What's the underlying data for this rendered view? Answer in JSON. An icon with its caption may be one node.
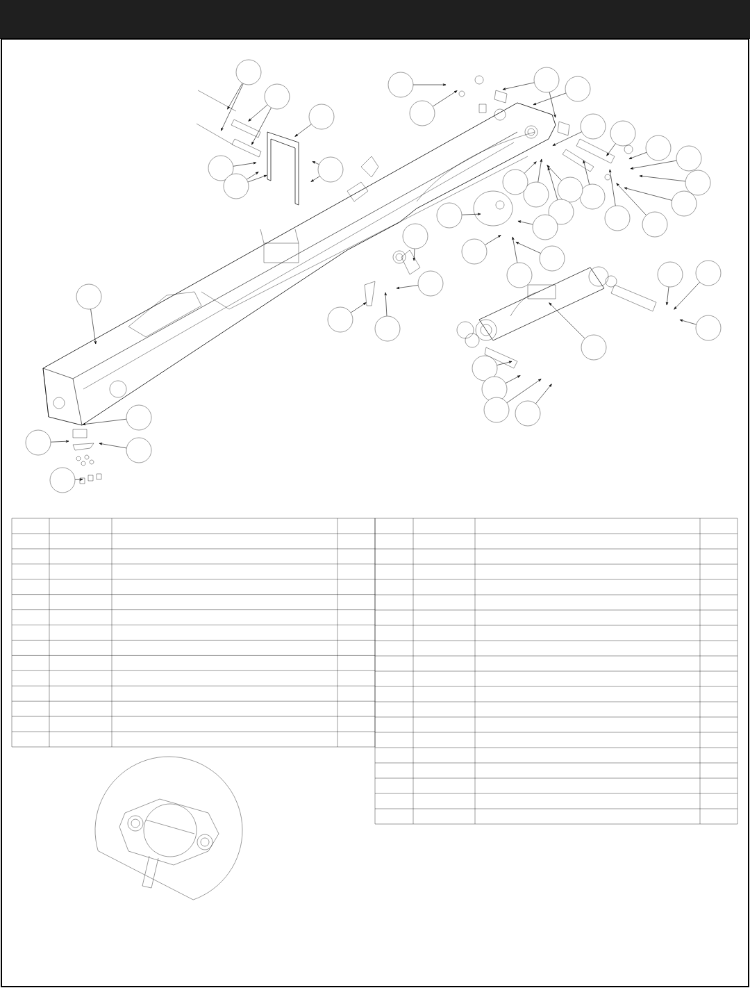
{
  "diagram": {
    "nodes": [
      {
        "text": [],
        "shape": "circle"
      },
      {
        "text": [],
        "shape": "circle"
      },
      {
        "text": [],
        "shape": "circle"
      },
      {
        "text": [],
        "shape": "circle"
      },
      {
        "text": [],
        "shape": "circle"
      },
      {
        "text": [],
        "shape": "circle"
      },
      {
        "text": [],
        "shape": "circle"
      },
      {
        "text": [],
        "shape": "circle"
      },
      {
        "text": [],
        "shape": "circle"
      },
      {
        "text": [],
        "shape": "circle"
      },
      {
        "text": [],
        "shape": "circle"
      },
      {
        "text": [],
        "shape": "circle"
      },
      {
        "text": [],
        "shape": "circle"
      },
      {
        "text": [],
        "shape": "circle"
      },
      {
        "text": [],
        "shape": "circle"
      },
      {
        "text": [],
        "shape": "circle"
      },
      {
        "text": [],
        "shape": "circle"
      },
      {
        "text": [],
        "shape": "circle"
      },
      {
        "text": [],
        "shape": "circle"
      },
      {
        "text": [],
        "shape": "circle"
      },
      {
        "text": [],
        "shape": "circle"
      },
      {
        "text": [],
        "shape": "circle"
      },
      {
        "text": [],
        "shape": "circle"
      },
      {
        "text": [],
        "shape": "circle"
      },
      {
        "text": [],
        "shape": "circle"
      },
      {
        "text": [],
        "shape": "circle"
      },
      {
        "text": [],
        "shape": "circle"
      },
      {
        "text": [],
        "shape": "circle"
      },
      {
        "text": [],
        "shape": "circle"
      },
      {
        "text": [],
        "shape": "circle"
      },
      {
        "text": [],
        "shape": "circle"
      },
      {
        "text": [],
        "shape": "circle"
      },
      {
        "text": [],
        "shape": "circle"
      },
      {
        "text": [],
        "shape": "circle"
      },
      {
        "text": [],
        "shape": "circle"
      },
      {
        "text": [],
        "shape": "circle"
      },
      {
        "text": [],
        "shape": "circle"
      },
      {
        "text": [],
        "shape": "circle"
      },
      {
        "text": [],
        "shape": "circle"
      },
      {
        "text": [],
        "shape": "circle"
      },
      {
        "text": [],
        "shape": "circle"
      },
      {
        "text": [],
        "shape": "circle"
      },
      {
        "text": [],
        "shape": "circle"
      },
      {
        "text": [],
        "shape": "circle"
      },
      {
        "text": [],
        "shape": "circle"
      }
    ],
    "edges": [
      {
        "from": 0,
        "to": null,
        "arrow": "to"
      },
      {
        "from": 0,
        "to": null,
        "arrow": "to"
      },
      {
        "from": 1,
        "to": null,
        "arrow": "to"
      },
      {
        "from": 1,
        "to": null,
        "arrow": "to"
      },
      {
        "from": 2,
        "to": null,
        "arrow": "to"
      },
      {
        "from": 3,
        "to": null,
        "arrow": "to"
      },
      {
        "from": 4,
        "to": null,
        "arrow": "to"
      },
      {
        "from": 4,
        "to": null,
        "arrow": "to"
      },
      {
        "from": 5,
        "to": null,
        "arrow": "to"
      },
      {
        "from": 5,
        "to": null,
        "arrow": "to"
      },
      {
        "from": 6,
        "to": null,
        "arrow": "to"
      },
      {
        "from": 7,
        "to": null,
        "arrow": "to"
      },
      {
        "from": 8,
        "to": null,
        "arrow": "to"
      },
      {
        "from": 8,
        "to": null,
        "arrow": "to"
      },
      {
        "from": 9,
        "to": null,
        "arrow": "to"
      },
      {
        "from": 10,
        "to": null,
        "arrow": "to"
      },
      {
        "from": 11,
        "to": null,
        "arrow": "to"
      },
      {
        "from": 12,
        "to": null,
        "arrow": "to"
      },
      {
        "from": 13,
        "to": null,
        "arrow": "to"
      },
      {
        "from": 14,
        "to": null,
        "arrow": "to"
      },
      {
        "from": 15,
        "to": null,
        "arrow": "to"
      },
      {
        "from": 16,
        "to": null,
        "arrow": "to"
      },
      {
        "from": 17,
        "to": null,
        "arrow": "to"
      },
      {
        "from": 18,
        "to": null,
        "arrow": "to"
      },
      {
        "from": 19,
        "to": null,
        "arrow": "to"
      },
      {
        "from": 20,
        "to": null,
        "arrow": "to"
      },
      {
        "from": 21,
        "to": null,
        "arrow": "to"
      },
      {
        "from": 22,
        "to": null,
        "arrow": "to"
      },
      {
        "from": 23,
        "to": null,
        "arrow": "to"
      },
      {
        "from": 24,
        "to": null,
        "arrow": "to"
      },
      {
        "from": 25,
        "to": null,
        "arrow": "to"
      },
      {
        "from": 26,
        "to": null,
        "arrow": "to"
      },
      {
        "from": 27,
        "to": null,
        "arrow": "to"
      },
      {
        "from": 28,
        "to": null,
        "arrow": "to"
      },
      {
        "from": 29,
        "to": null,
        "arrow": "to"
      },
      {
        "from": 30,
        "to": null,
        "arrow": "to"
      },
      {
        "from": 31,
        "to": null,
        "arrow": "to"
      },
      {
        "from": 32,
        "to": null,
        "arrow": "to"
      },
      {
        "from": 33,
        "to": null,
        "arrow": "to"
      },
      {
        "from": 34,
        "to": null,
        "arrow": "to"
      },
      {
        "from": 35,
        "to": null,
        "arrow": "to"
      },
      {
        "from": 36,
        "to": null,
        "arrow": "to"
      },
      {
        "from": 37,
        "to": null,
        "arrow": "to"
      },
      {
        "from": 38,
        "to": null,
        "arrow": "to"
      },
      {
        "from": 39,
        "to": null,
        "arrow": "to"
      },
      {
        "from": 40,
        "to": null,
        "arrow": "to"
      },
      {
        "from": 41,
        "to": null,
        "arrow": "to"
      },
      {
        "from": 42,
        "to": null,
        "arrow": "to"
      },
      {
        "from": 43,
        "to": null,
        "arrow": "to"
      },
      {
        "from": 44,
        "to": null,
        "arrow": "to"
      }
    ]
  }
}
